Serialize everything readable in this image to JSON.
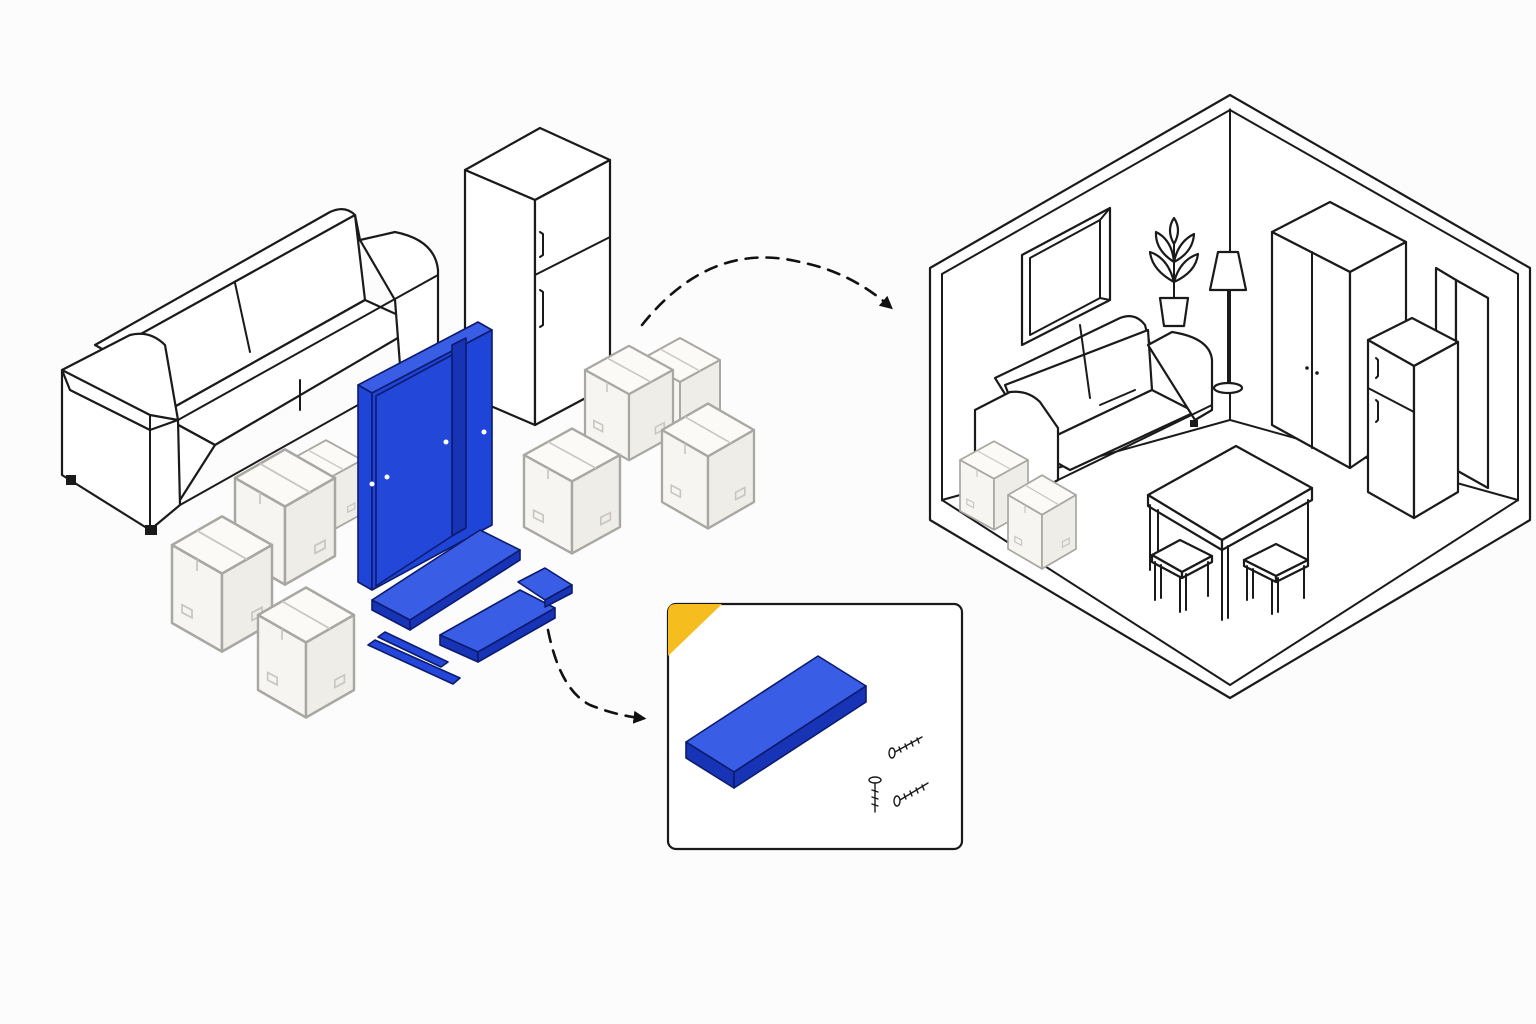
{
  "colors": {
    "accent_blue": "#1f45d8",
    "accent_blue_dark": "#1634b5",
    "accent_blue_light": "#3a5de6",
    "corner_tab_yellow": "#f5bd1e",
    "box_fill": "#f7f5f1",
    "box_stroke": "#a9a7a2",
    "line": "#1a1a1a"
  },
  "scene": {
    "left_group": [
      "sofa",
      "refrigerator",
      "cardboard-boxes",
      "flat-pack-wardrobe-panels"
    ],
    "detail_callout": [
      "shelf-panel",
      "screws"
    ],
    "right_group": [
      "room-wall-window",
      "potted-plant",
      "floor-lamp",
      "wardrobe",
      "refrigerator",
      "sofa",
      "cardboard-boxes",
      "dining-table",
      "stools"
    ],
    "arrows": [
      "arrow-to-room",
      "arrow-to-callout"
    ]
  }
}
